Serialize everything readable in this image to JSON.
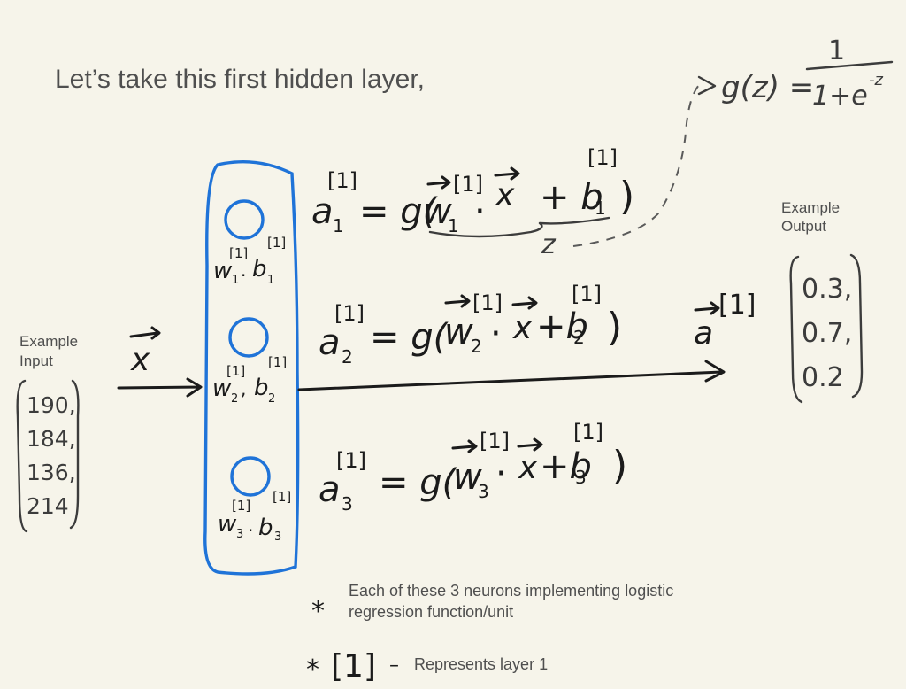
{
  "heading": "Let’s take this first hidden layer,",
  "sigmoid": {
    "lhs": "g(z) =",
    "numerator": "1",
    "denominator": "1+e",
    "exponent": "-z"
  },
  "input": {
    "label_line1": "Example",
    "label_line2": "Input",
    "vector_symbol": "x",
    "values": [
      "190,",
      "184,",
      "136,",
      "214"
    ]
  },
  "neurons": [
    {
      "w": "w",
      "sub": "1",
      "sup": "[1]",
      "b": "b"
    },
    {
      "w": "w",
      "sub": "2",
      "sup": "[1]",
      "b": "b"
    },
    {
      "w": "w",
      "sub": "3",
      "sup": "[1]",
      "b": "b"
    }
  ],
  "equations": [
    {
      "a": "a",
      "sub": "1",
      "sup": "[1]",
      "g": "= g(",
      "w": "w",
      "dot": "·",
      "x": "x",
      "plus": "+ b",
      "close": ")"
    },
    {
      "a": "a",
      "sub": "2",
      "sup": "[1]",
      "g": "= g(",
      "w": "w",
      "dot": "·",
      "x": "x",
      "plus": "+b",
      "close": ")"
    },
    {
      "a": "a",
      "sub": "3",
      "sup": "[1]",
      "g": "= g(",
      "w": "w",
      "dot": "·",
      "x": "x",
      "plus": "+b",
      "close": ")"
    }
  ],
  "z_label": "z",
  "output": {
    "vector_symbol": "a",
    "sup": "[1]",
    "label_line1": "Example",
    "label_line2": "Output",
    "values": [
      "0.3,",
      "0.7,",
      "0.2"
    ]
  },
  "notes": [
    {
      "bullet": "*",
      "line1": "Each of these 3 neurons implementing logistic",
      "line2": "regression function/unit"
    },
    {
      "bullet": "*",
      "symbol": "[1]",
      "dash": "–",
      "text": "Represents layer 1"
    }
  ]
}
